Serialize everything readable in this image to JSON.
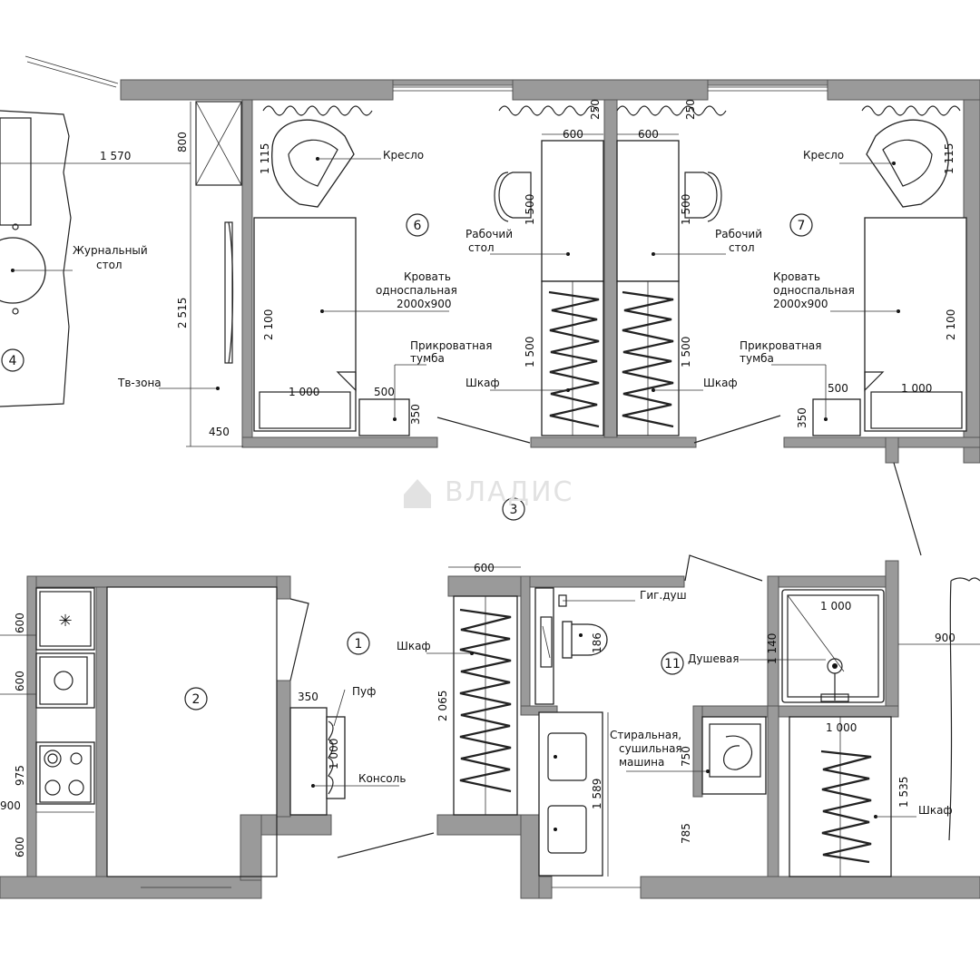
{
  "labels": {
    "kreslo_left": "Кресло",
    "kreslo_right": "Кресло",
    "zhurnalny_1": "Журнальный",
    "zhurnalny_2": "стол",
    "rabochy_left_1": "Рабочий",
    "rabochy_left_2": "стол",
    "rabochy_right_1": "Рабочий",
    "rabochy_right_2": "стол",
    "krovat_left_1": "Кровать",
    "krovat_left_2": "односпальная",
    "krovat_left_3": "2000х900",
    "krovat_right_1": "Кровать",
    "krovat_right_2": "односпальная",
    "krovat_right_3": "2000х900",
    "tumba_left_1": "Прикроватная",
    "tumba_left_2": "тумба",
    "tumba_right_1": "Прикроватная",
    "tumba_right_2": "тумба",
    "tv_zone": "Тв-зона",
    "shkaf_left": "Шкаф",
    "shkaf_right": "Шкаф",
    "shkaf_hall": "Шкаф",
    "shkaf_bath": "Шкаф",
    "puf": "Пуф",
    "konsol": "Консоль",
    "gig_dush": "Гиг.душ",
    "dushevaya": "Душевая",
    "stiralnaya_1": "Стиральная,",
    "stiralnaya_2": "сушильная",
    "stiralnaya_3": "машина"
  },
  "rooms": {
    "r1": "1",
    "r2": "2",
    "r3": "3",
    "r4": "4",
    "r6": "6",
    "r7": "7",
    "r11": "11"
  },
  "dims": {
    "d1570": "1 570",
    "d800": "800",
    "d2515": "2 515",
    "d450": "450",
    "d1115a": "1 115",
    "d1115b": "1 115",
    "d600a": "600",
    "d600b": "600",
    "d1500a": "1 500",
    "d1500b": "1 500",
    "d1500c": "1 500",
    "d1500d": "1 500",
    "d2100a": "2 100",
    "d2100b": "2 100",
    "d1000a": "1 000",
    "d1000b": "1 000",
    "d500a": "500",
    "d500b": "500",
    "d350a": "350",
    "d350b": "350",
    "d250a": "250",
    "d250b": "250",
    "d600hall": "600",
    "d2065": "2 065",
    "d350puf": "350",
    "d1000puf": "1 000",
    "d600k1": "600",
    "d600k2": "600",
    "d975": "975",
    "d600k3": "600",
    "d900k": "900",
    "d1000sh": "1 000",
    "d1140": "1 140",
    "d900r": "900",
    "d1000w": "1 000",
    "d1535": "1 535",
    "d750": "750",
    "d785": "785",
    "d1589": "1 589",
    "d186": "186"
  },
  "watermark": "ВЛАДИС"
}
